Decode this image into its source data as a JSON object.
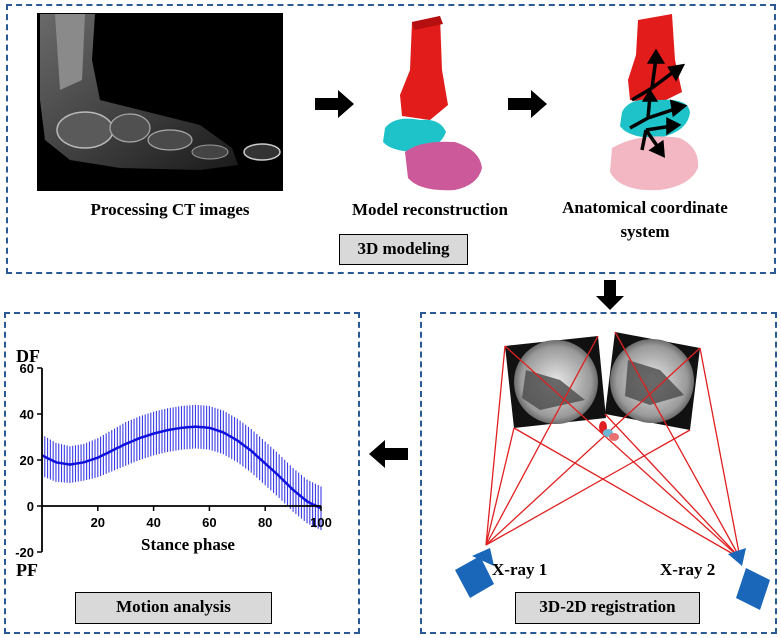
{
  "top_panel": {
    "step1_label": "Processing CT images",
    "step2_label": "Model reconstruction",
    "step3_label_line1": "Anatomical coordinate",
    "step3_label_line2": "system",
    "section_label": "3D modeling"
  },
  "motion_panel": {
    "section_label": "Motion analysis"
  },
  "registration_panel": {
    "section_label": "3D-2D registration",
    "xray1_label": "X-ray 1",
    "xray2_label": "X-ray 2"
  },
  "chart_data": {
    "type": "line",
    "top_label": "DF",
    "bottom_label": "PF",
    "xlabel": "Stance phase",
    "xlim": [
      0,
      100
    ],
    "ylim": [
      -20,
      60
    ],
    "x_ticks": [
      20,
      40,
      60,
      80,
      100
    ],
    "y_ticks": [
      -20,
      0,
      20,
      40,
      60
    ],
    "mean_color": "#1010e0",
    "band_color": "#3a3ae6",
    "x": [
      0,
      5,
      10,
      15,
      20,
      25,
      30,
      35,
      40,
      45,
      50,
      55,
      60,
      65,
      70,
      75,
      80,
      85,
      90,
      95,
      100
    ],
    "mean": [
      22,
      19,
      18,
      19,
      21,
      24,
      27,
      29.5,
      31.5,
      33,
      34,
      34.5,
      34,
      32,
      28.5,
      24,
      18.5,
      13,
      7,
      2,
      -1
    ],
    "sd": [
      9,
      8.5,
      8,
      8,
      8.5,
      9,
      9.5,
      9.5,
      9.5,
      9.5,
      9.5,
      9.5,
      9.5,
      9.5,
      9.5,
      9.5,
      9.5,
      9.5,
      9.5,
      9.5,
      9.5
    ]
  }
}
